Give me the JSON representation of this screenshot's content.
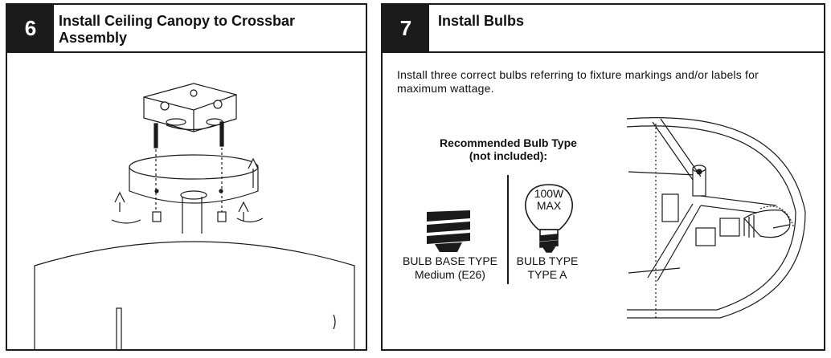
{
  "step6": {
    "number": "6",
    "title": "Install Ceiling Canopy to Crossbar Assembly"
  },
  "step7": {
    "number": "7",
    "title": "Install Bulbs",
    "description": "Install three correct bulbs referring to fixture markings and/or labels for maximum wattage.",
    "recommended": "Recommended Bulb Type (not included):",
    "bulb_base": {
      "label": "BULB BASE TYPE",
      "value": "Medium (E26)"
    },
    "bulb_type": {
      "label": "BULB TYPE",
      "value": "TYPE A"
    },
    "bulb_wattage": "100W",
    "bulb_max": "MAX"
  }
}
